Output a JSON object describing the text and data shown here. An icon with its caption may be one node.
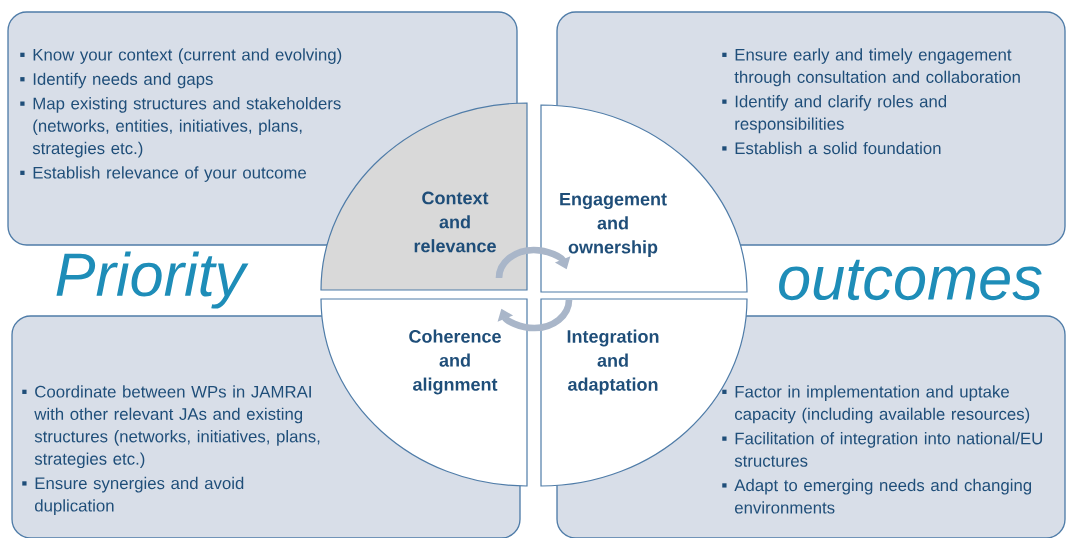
{
  "diagram": {
    "nodes": [
      {
        "text": [
          "Know your context (current and evolving)",
          "Identify needs and gaps",
          "Map existing structures and stakeholders (networks, entities, initiatives, plans, strategies etc.)",
          "Establish relevance of your outcome"
        ]
      },
      {
        "text": [
          "Ensure early and timely engagement through consultation and collaboration",
          "Identify and clarify roles and responsibilities",
          "Establish a solid foundation"
        ]
      },
      {
        "text": [
          "Coordinate between WPs in JAMRAI with other relevant JAs and existing structures (networks, initiatives, plans, strategies etc.)",
          "Ensure synergies and avoid duplication"
        ]
      },
      {
        "text": [
          "Factor in implementation and uptake capacity (including available resources)",
          "Facilitation of integration into national/EU structures",
          "Adapt to emerging needs and changing environments"
        ]
      },
      {
        "text": [
          "Context and relevance"
        ]
      },
      {
        "text": [
          "Engagement and ownership"
        ]
      },
      {
        "text": [
          "Coherence and alignment"
        ]
      },
      {
        "text": [
          "Integration and adaptation"
        ]
      }
    ],
    "edges": [
      {
        "from": 4,
        "to": 5,
        "arrow": "to"
      },
      {
        "from": 7,
        "to": 6,
        "arrow": "to"
      }
    ],
    "labels": [
      "Priority",
      "outcomes"
    ]
  }
}
